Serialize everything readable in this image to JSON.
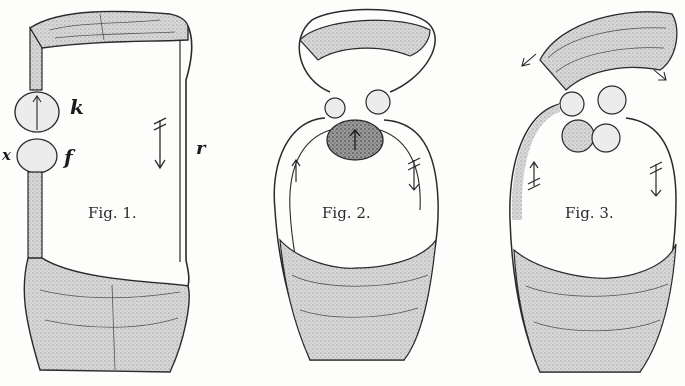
{
  "figures": [
    {
      "id": "fig1",
      "caption": "Fig. 1.",
      "letters": [
        "k",
        "f",
        "r",
        "x"
      ]
    },
    {
      "id": "fig2",
      "caption": "Fig. 2."
    },
    {
      "id": "fig3",
      "caption": "Fig. 3."
    }
  ],
  "colors": {
    "ink": "#2a2a2a",
    "shading": "#cfcfcf",
    "dark_shading": "#8a8a8a"
  }
}
